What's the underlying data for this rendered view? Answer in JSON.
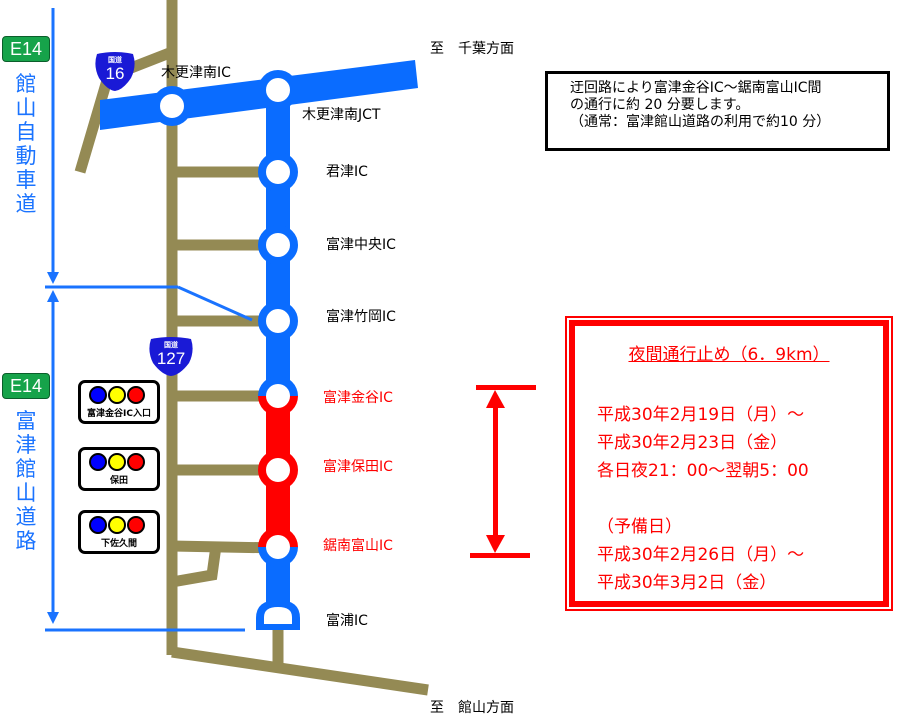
{
  "colors": {
    "expressway_open": "#0a6cff",
    "expressway_closed": "#ff0000",
    "general_road": "#948a54",
    "route_shield": "#1a1ad6",
    "expressway_badge": "#16a34a",
    "section_marker": "#1a73ff",
    "closure_text": "#ff0000"
  },
  "directions": {
    "north": "至　千葉方面",
    "south": "至　館山方面"
  },
  "expressways": [
    {
      "badge": "E14",
      "name": "館山自動車道"
    },
    {
      "badge": "E14",
      "name": "富津館山道路"
    }
  ],
  "route_shields": [
    {
      "label": "国道",
      "number": "16"
    },
    {
      "label": "国道",
      "number": "127"
    }
  ],
  "interchanges": [
    {
      "name": "木更津南IC",
      "status": "open"
    },
    {
      "name": "木更津南JCT",
      "status": "open"
    },
    {
      "name": "君津IC",
      "status": "open"
    },
    {
      "name": "富津中央IC",
      "status": "open"
    },
    {
      "name": "富津竹岡IC",
      "status": "open"
    },
    {
      "name": "富津金谷IC",
      "status": "closed"
    },
    {
      "name": "富津保田IC",
      "status": "closed"
    },
    {
      "name": "鋸南富山IC",
      "status": "closed"
    },
    {
      "name": "富浦IC",
      "status": "open"
    }
  ],
  "signals": [
    {
      "name": "富津金谷IC入口",
      "lamps": [
        "#0000ff",
        "#ffff00",
        "#ff0000"
      ]
    },
    {
      "name": "保田",
      "lamps": [
        "#0000ff",
        "#ffff00",
        "#ff0000"
      ]
    },
    {
      "name": "下佐久間",
      "lamps": [
        "#0000ff",
        "#ffff00",
        "#ff0000"
      ]
    }
  ],
  "detour_note": {
    "lines": [
      "迂回路により富津金谷IC～鋸南富山IC間",
      "の通行に約 20 分要します。",
      "（通常：富津館山道路の利用で約10 分）"
    ]
  },
  "closure_info": {
    "title": "夜間通行止め（6．9km）",
    "lines": [
      "平成30年2月19日（月）～",
      "平成30年2月23日（金）",
      "各日夜21：00～翌朝5：00",
      "",
      "（予備日）",
      "平成30年2月26日（月）～",
      "平成30年3月2日（金）"
    ]
  }
}
